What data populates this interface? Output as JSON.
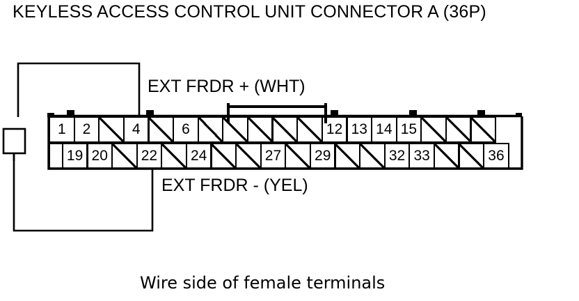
{
  "title": "KEYLESS ACCESS CONTROL UNIT CONNECTOR A (36P)",
  "caption": "Wire side of female terminals",
  "labels": {
    "upper_wire": "EXT FRDR +  (WHT)",
    "lower_wire": "EXT FRDR -  (YEL)"
  },
  "colors": {
    "ink": "#000000",
    "background": "#ffffff"
  },
  "connector": {
    "name": "Connector A",
    "pin_count": "36P",
    "rows": [
      {
        "name": "top-row",
        "cells": [
          {
            "label": "1",
            "used": true
          },
          {
            "label": "2",
            "used": true
          },
          {
            "label": "",
            "used": false
          },
          {
            "label": "4",
            "used": true
          },
          {
            "label": "",
            "used": false
          },
          {
            "label": "6",
            "used": true
          },
          {
            "label": "",
            "used": false
          },
          {
            "label": "",
            "used": false
          },
          {
            "label": "",
            "used": false
          },
          {
            "label": "",
            "used": false
          },
          {
            "label": "",
            "used": false
          },
          {
            "label": "12",
            "used": true
          },
          {
            "label": "13",
            "used": true
          },
          {
            "label": "14",
            "used": true
          },
          {
            "label": "15",
            "used": true
          },
          {
            "label": "",
            "used": false
          },
          {
            "label": "",
            "used": false
          },
          {
            "label": "",
            "used": false
          }
        ]
      },
      {
        "name": "bottom-row",
        "cells": [
          {
            "label": "",
            "used": true,
            "half": true
          },
          {
            "label": "19",
            "used": true
          },
          {
            "label": "20",
            "used": true
          },
          {
            "label": "",
            "used": false
          },
          {
            "label": "22",
            "used": true
          },
          {
            "label": "",
            "used": false
          },
          {
            "label": "24",
            "used": true
          },
          {
            "label": "",
            "used": false
          },
          {
            "label": "",
            "used": false
          },
          {
            "label": "27",
            "used": true
          },
          {
            "label": "",
            "used": false
          },
          {
            "label": "29",
            "used": true
          },
          {
            "label": "",
            "used": false
          },
          {
            "label": "",
            "used": false
          },
          {
            "label": "32",
            "used": true
          },
          {
            "label": "33",
            "used": true
          },
          {
            "label": "",
            "used": false
          },
          {
            "label": "",
            "used": false
          },
          {
            "label": "36",
            "used": true
          }
        ]
      }
    ]
  }
}
